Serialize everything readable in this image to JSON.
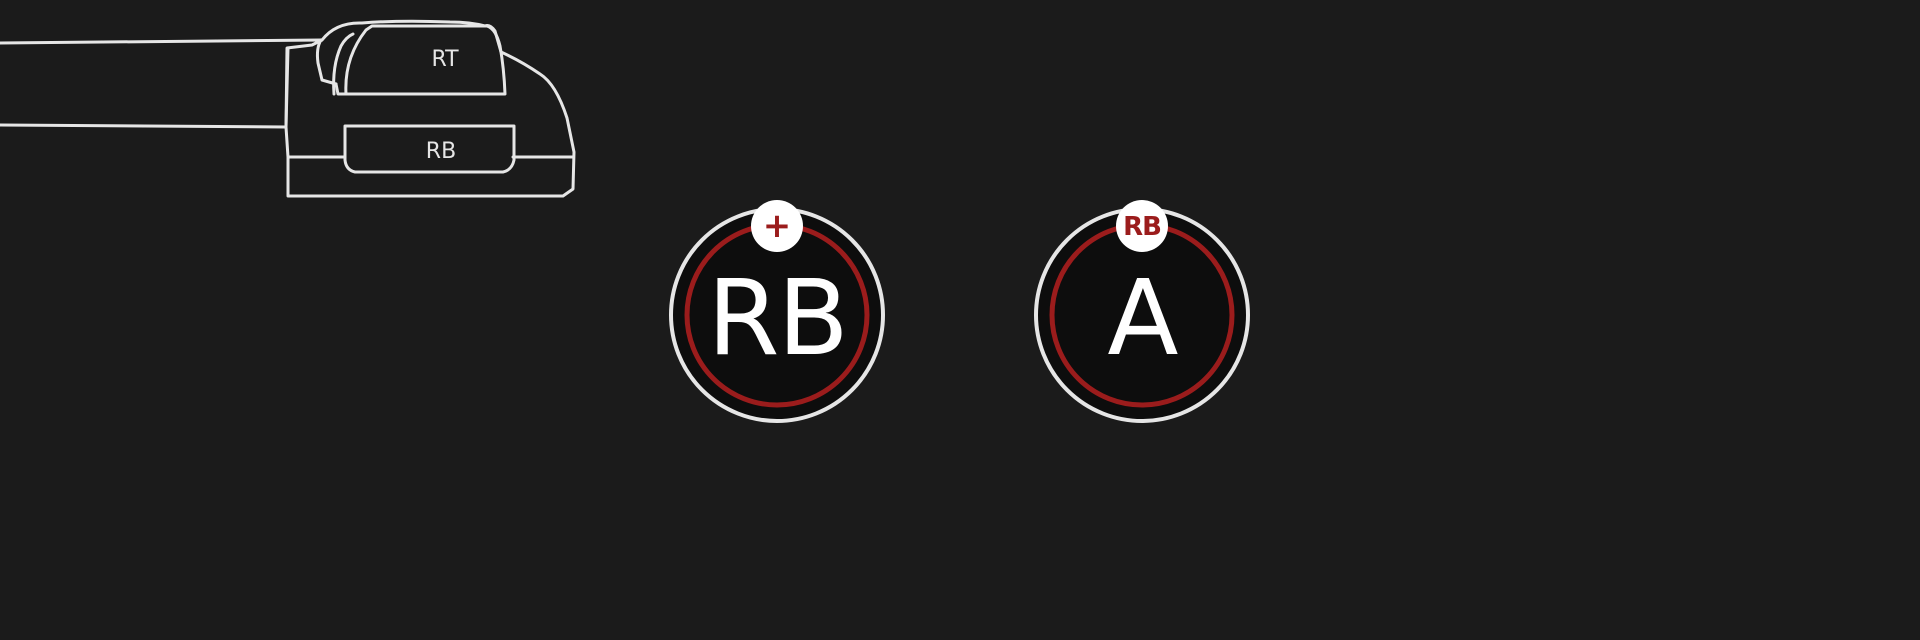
{
  "controller": {
    "trigger_label": "RT",
    "bumper_label": "RB"
  },
  "combo": [
    {
      "key": "RB",
      "badge": "+"
    },
    {
      "key": "A",
      "badge": "RB"
    }
  ],
  "colors": {
    "background": "#1b1b1b",
    "outline": "#e6e6e6",
    "button_fill": "#0d0d0d",
    "accent_ring": "#9b1c1c",
    "badge_fill": "#ffffff"
  }
}
